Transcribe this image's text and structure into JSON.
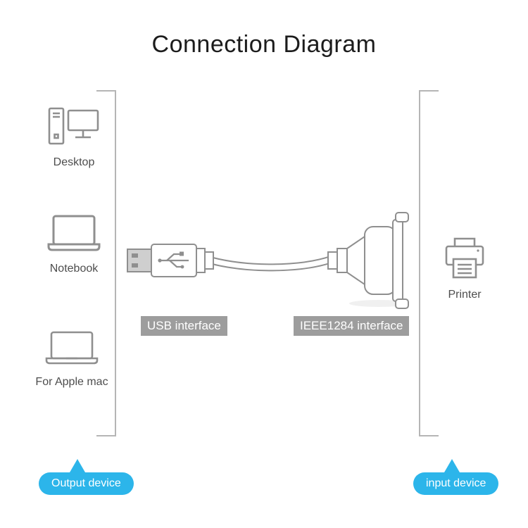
{
  "title": "Connection Diagram",
  "colors": {
    "accent_blue": "#2cb5ea",
    "interface_label_bg": "#9d9d9d",
    "bracket_gray": "#b5b5b5",
    "icon_gray": "#8f8f8f"
  },
  "output_group": {
    "badge_label": "Output device",
    "devices": [
      {
        "icon": "desktop-icon",
        "label": "Desktop"
      },
      {
        "icon": "notebook-icon",
        "label": "Notebook"
      },
      {
        "icon": "macbook-icon",
        "label": "For Apple mac"
      }
    ]
  },
  "input_group": {
    "badge_label": "input device",
    "devices": [
      {
        "icon": "printer-icon",
        "label": "Printer"
      }
    ]
  },
  "cable": {
    "usb_label": "USB interface",
    "ieee_label": "IEEE1284 interface"
  }
}
